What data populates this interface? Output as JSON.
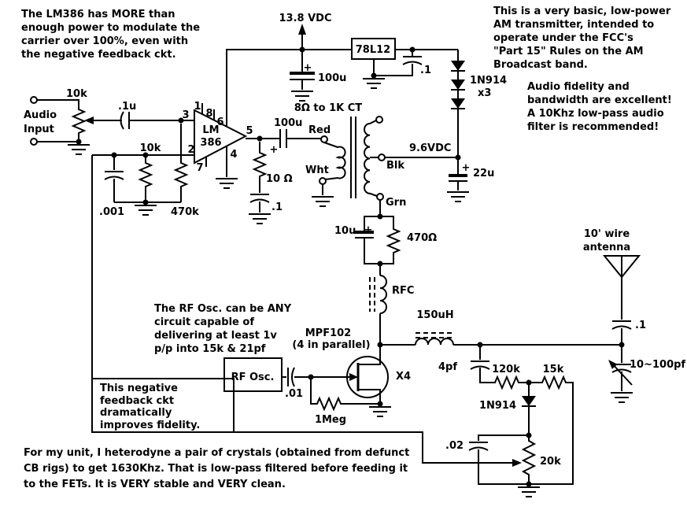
{
  "notes": {
    "lm386_power": [
      "The LM386 has MORE than",
      "enough power to modulate the",
      "carrier over 100%, even with",
      "the negative feedback ckt."
    ],
    "intro": [
      "This is a very basic, low-power",
      "AM transmitter, intended to",
      "operate under the FCC's",
      "\"Part 15\" Rules on the AM",
      "Broadcast band."
    ],
    "fidelity": [
      "Audio fidelity and",
      "bandwidth are excellent!",
      "A 10Khz low-pass audio",
      "filter is recommended!"
    ],
    "rf_osc": [
      "The RF Osc. can be ANY",
      "circuit capable of",
      "delivering at least 1v",
      "p/p into 15k & 21pf"
    ],
    "feedback": [
      "This negative",
      "feedback ckt",
      "dramatically",
      "improves fidelity."
    ],
    "heterodyne": [
      "For my unit, I heterodyne a pair of crystals (obtained from defunct",
      "CB rigs) to get 1630Khz. That is low-pass filtered before feeding it",
      "to the FETs. It is VERY stable and VERY clean."
    ]
  },
  "labels": {
    "supply": "13.8 VDC",
    "psu_cap": "100u",
    "regulator": "78L12",
    "reg_cap": ".1",
    "diode_string": "1N914",
    "diode_string_qty": "x3",
    "rail_voltage": "9.6VDC",
    "rail_cap": "22u",
    "audio_pot": "10k",
    "audio_in_1": "Audio",
    "audio_in_2": "Input",
    "input_cap": ".1u",
    "fb_resistor": "10k",
    "fb_cap": ".001",
    "bias_resistor": "470k",
    "amp_1": "LM",
    "amp_2": "386",
    "pin1": "1",
    "pin2": "2",
    "pin3": "3",
    "pin4": "4",
    "pin5": "5",
    "pin6": "6",
    "pin7": "7",
    "pin8": "8",
    "out_cap": "100u",
    "transformer": "8Ω to 1K CT",
    "xfmr_red": "Red",
    "xfmr_wht": "Wht",
    "xfmr_blk": "Blk",
    "xfmr_grn": "Grn",
    "zobel_r": "10 Ω",
    "zobel_c": ".1",
    "bypass_cap": "10u",
    "bypass_r": "470Ω",
    "rfc": "RFC",
    "tank_l": "150uH",
    "fet": "MPF102",
    "fet_qty": "(4 in parallel)",
    "fet_x4": "X4",
    "rf_osc_box": "RF Osc.",
    "osc_cap": ".01",
    "gate_r": "1Meg",
    "sample_cap": "4pf",
    "det_r1": "120k",
    "det_r2": "15k",
    "det_diode": "1N914",
    "det_pot": "20k",
    "det_cap": ".02",
    "ant_cap": ".1",
    "trim_cap": "10~100pf",
    "antenna_1": "10' wire",
    "antenna_2": "antenna",
    "plus": "+"
  },
  "colors": {
    "ink": "#000000",
    "paper": "#ffffff"
  }
}
